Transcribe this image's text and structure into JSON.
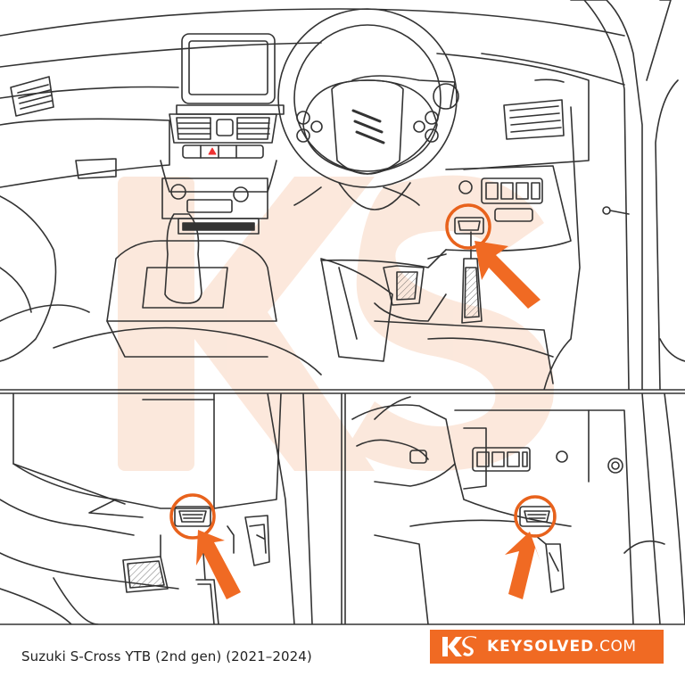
{
  "caption": "Suzuki S-Cross YTB (2nd gen) (2021–2024)",
  "brand": {
    "name": "KEYSOLVED",
    "domain": ".COM"
  },
  "colors": {
    "accent": "#f06a23",
    "line": "#333333",
    "watermark": "#fbe4d6"
  },
  "panels": [
    {
      "id": "overview",
      "content": "dashboard-overview"
    },
    {
      "id": "detail-left",
      "content": "obd-port-closeup-left"
    },
    {
      "id": "detail-right",
      "content": "obd-port-closeup-right"
    }
  ]
}
